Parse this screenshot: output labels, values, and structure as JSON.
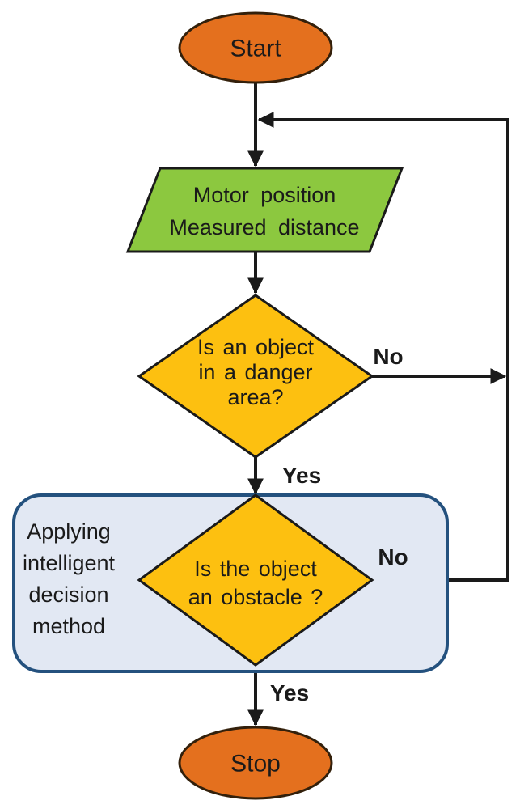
{
  "colors": {
    "terminator_fill": "#E4701E",
    "terminator_stroke": "#33200B",
    "io_fill": "#8CC83F",
    "decision_fill": "#FDC010",
    "shape_stroke": "#1A1A1A",
    "container_fill": "#E2E8F3",
    "container_stroke": "#24517E",
    "line": "#1A1A1A",
    "text": "#1A1A1A"
  },
  "nodes": {
    "start": {
      "label": "Start"
    },
    "io": {
      "lines": [
        "Motor position",
        "Measured distance"
      ]
    },
    "decision_danger": {
      "lines": [
        "Is an object",
        "in a danger",
        "area?"
      ]
    },
    "container": {
      "lines": [
        "Applying",
        "intelligent",
        "decision",
        "method"
      ]
    },
    "decision_obstacle": {
      "lines": [
        "Is the object",
        "an obstacle ?"
      ]
    },
    "stop": {
      "label": "Stop"
    }
  },
  "edges": {
    "danger_no": "No",
    "danger_yes": "Yes",
    "obstacle_no": "No",
    "obstacle_yes": "Yes"
  }
}
